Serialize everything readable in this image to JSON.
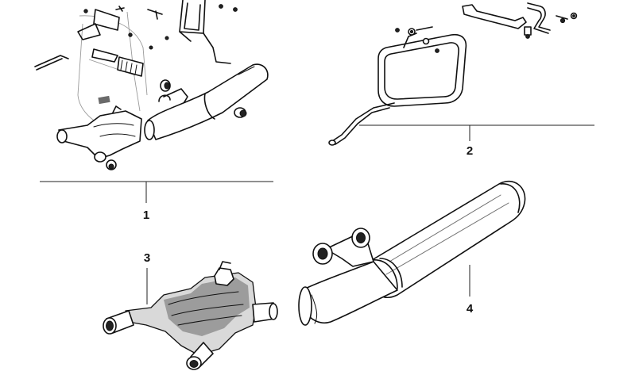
{
  "diagram": {
    "callouts": [
      {
        "id": "1",
        "text": "1"
      },
      {
        "id": "2",
        "text": "2"
      },
      {
        "id": "3",
        "text": "3"
      },
      {
        "id": "4",
        "text": "4"
      }
    ],
    "colors": {
      "ink": "#111111",
      "shade": "#6a6a6a",
      "background": "#ffffff"
    }
  }
}
